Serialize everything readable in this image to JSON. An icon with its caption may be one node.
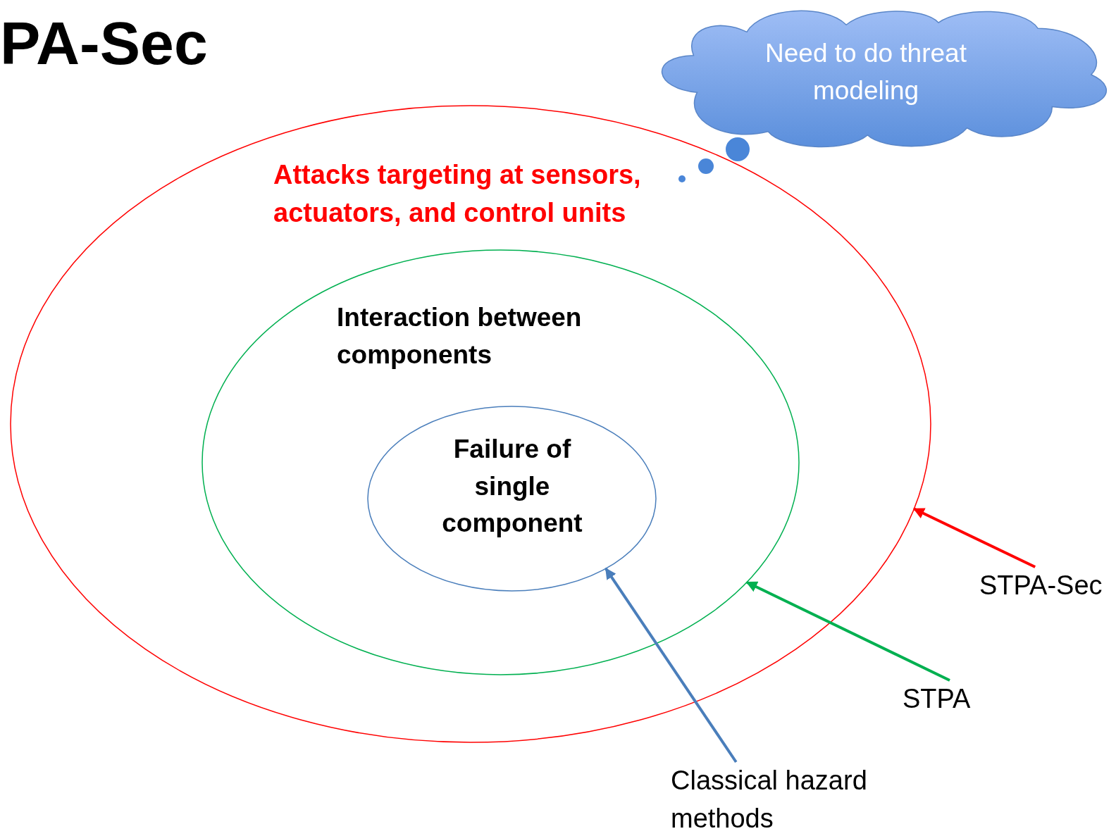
{
  "diagram": {
    "title": "PA-Sec",
    "nodes": [
      {
        "text": [
          "Attacks targeting at sensors, actuators, and control units"
        ]
      },
      {
        "text": [
          "Interaction between components"
        ],
        "in": 0
      },
      {
        "text": [
          "Failure of single component"
        ],
        "in": 1
      },
      {
        "text": [
          "Need to do threat modeling"
        ]
      },
      {
        "text": [
          "STPA-Sec"
        ]
      },
      {
        "text": [
          "STPA"
        ]
      },
      {
        "text": [
          "Classical hazard methods"
        ]
      }
    ],
    "edges": [
      {
        "from": 4,
        "to": 0,
        "arrow": "to",
        "color": "#ff0000"
      },
      {
        "from": 5,
        "to": 1,
        "arrow": "to",
        "color": "#00b050"
      },
      {
        "from": 6,
        "to": 2,
        "arrow": "to",
        "color": "#4a7ebb"
      }
    ]
  }
}
